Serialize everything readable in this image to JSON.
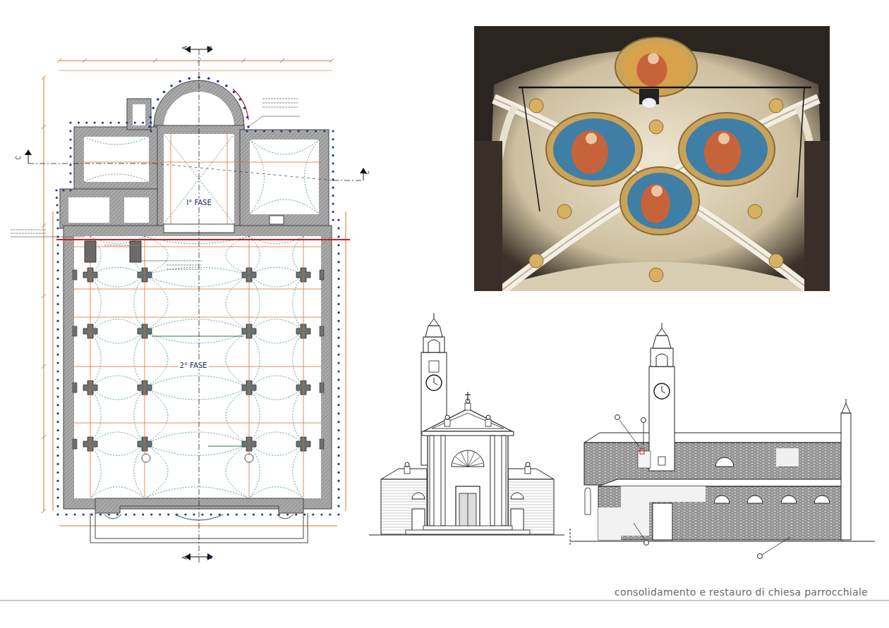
{
  "diagram": {
    "caption": "consolidamento e restauro di chiesa parrocchiale",
    "labels": [
      "A",
      "B",
      "C",
      "I° FASE",
      "C",
      "2° FASE",
      "A",
      "B"
    ]
  }
}
